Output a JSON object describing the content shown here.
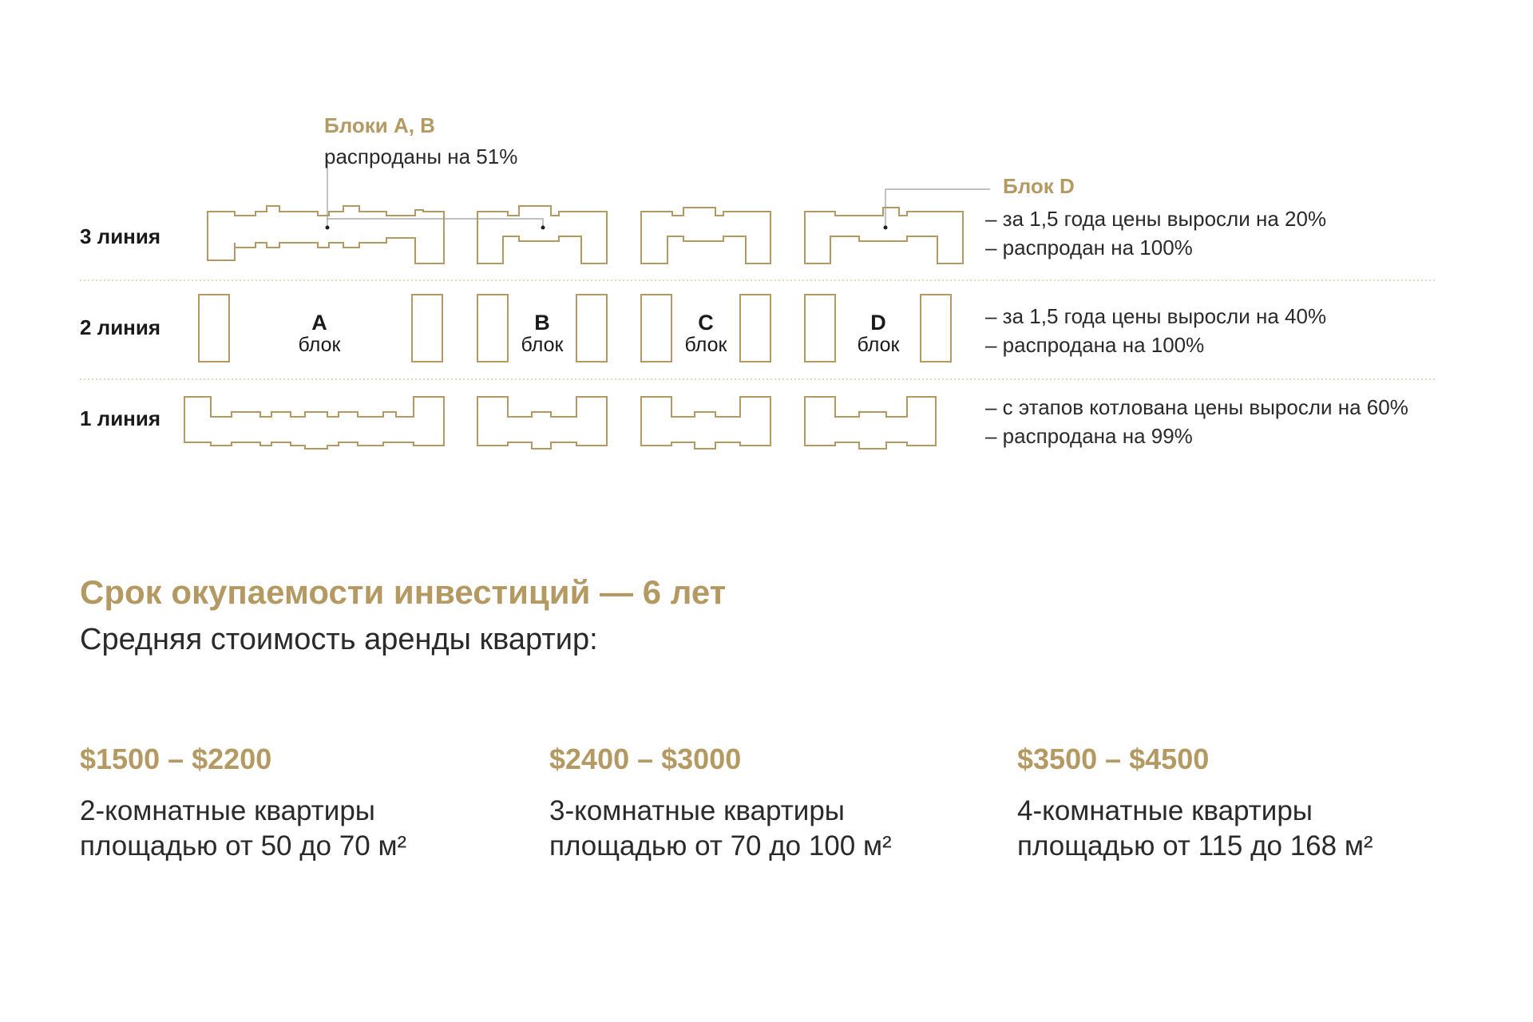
{
  "callouts": {
    "ab": {
      "title": "Блоки A, B",
      "text": "распроданы на 51%"
    },
    "d": {
      "title": "Блок D"
    }
  },
  "rows": [
    {
      "label": "3 линия",
      "notes": [
        "– за 1,5 года цены выросли на 20%",
        "– распродан на 100%"
      ]
    },
    {
      "label": "2 линия",
      "notes": [
        "– за 1,5 года цены выросли на 40%",
        "– распродана на 100%"
      ]
    },
    {
      "label": "1 линия",
      "notes": [
        "– с этапов котлована цены выросли на 60%",
        "– распродана на 99%"
      ]
    }
  ],
  "blocks": [
    {
      "letter": "A",
      "word": "блок"
    },
    {
      "letter": "B",
      "word": "блок"
    },
    {
      "letter": "C",
      "word": "блок"
    },
    {
      "letter": "D",
      "word": "блок"
    }
  ],
  "investment": {
    "heading": "Срок окупаемости инвестиций — 6 лет",
    "subheading": "Средняя стоимость аренды квартир:",
    "offers": [
      {
        "price": "$1500 – $2200",
        "line1": "2-комнатные квартиры",
        "line2": "площадью от 50 до 70 м²"
      },
      {
        "price": "$2400 – $3000",
        "line1": "3-комнатные квартиры",
        "line2": "площадью от 70 до 100 м²"
      },
      {
        "price": "$3500 – $4500",
        "line1": "4-комнатные квартиры",
        "line2": "площадью от 115 до 168 м²"
      }
    ]
  },
  "colors": {
    "accent": "#b49a62",
    "text": "#1f1f1f",
    "divider": "#d8ccae"
  }
}
